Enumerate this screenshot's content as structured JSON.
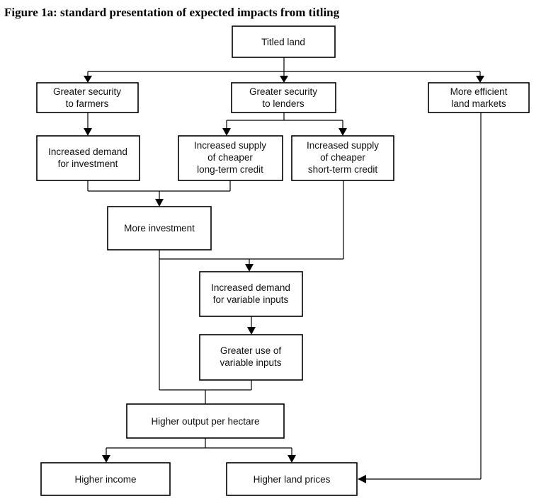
{
  "figure": {
    "title": "Figure 1a: standard presentation of expected impacts from titling"
  },
  "nodes": {
    "titled_land": [
      "Titled land"
    ],
    "security_farmers": [
      "Greater security",
      "to farmers"
    ],
    "security_lenders": [
      "Greater security",
      "to lenders"
    ],
    "efficient_markets": [
      "More efficient",
      "land markets"
    ],
    "demand_investment": [
      "Increased demand",
      "for investment"
    ],
    "long_term_credit": [
      "Increased supply",
      "of cheaper",
      "long-term credit"
    ],
    "short_term_credit": [
      "Increased supply",
      "of cheaper",
      "short-term credit"
    ],
    "more_investment": [
      "More investment"
    ],
    "demand_variable": [
      "Increased demand",
      "for variable inputs"
    ],
    "use_variable": [
      "Greater use of",
      "variable inputs"
    ],
    "output_hectare": [
      "Higher output per hectare"
    ],
    "higher_income": [
      "Higher income"
    ],
    "land_prices": [
      "Higher land prices"
    ]
  }
}
